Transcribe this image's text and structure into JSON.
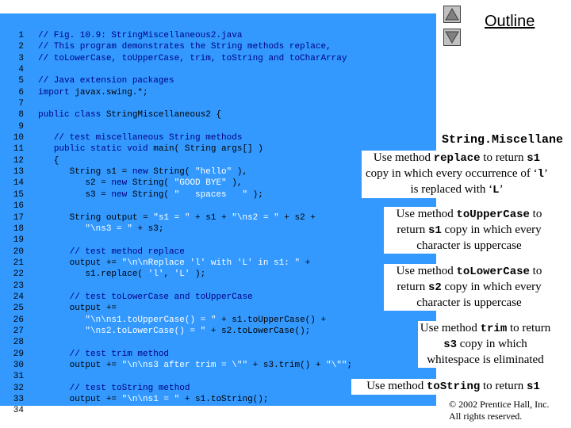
{
  "outline": {
    "title": "Outline"
  },
  "file_label": "String.Miscellane",
  "line_numbers": [
    "1",
    "2",
    "3",
    "4",
    "5",
    "6",
    "7",
    "8",
    "9",
    "10",
    "11",
    "12",
    "13",
    "14",
    "15",
    "16",
    "17",
    "18",
    "19",
    "20",
    "21",
    "22",
    "23",
    "24",
    "25",
    "26",
    "27",
    "28",
    "29",
    "30",
    "31",
    "32",
    "33",
    "34"
  ],
  "code_lines": [
    [
      {
        "c": "// Fig. 10.9: StringMiscellaneous2.java"
      }
    ],
    [
      {
        "c": "// This program demonstrates the String methods replace,"
      }
    ],
    [
      {
        "c": "// toLowerCase, toUpperCase, trim, toString and toCharArray"
      }
    ],
    [],
    [
      {
        "c": "// Java extension packages"
      }
    ],
    [
      {
        "k": "import "
      },
      {
        "t": "javax.swing.*;"
      }
    ],
    [],
    [
      {
        "k": "public class "
      },
      {
        "t": "StringMiscellaneous2 {"
      }
    ],
    [],
    [
      {
        "t": "   "
      },
      {
        "c": "// test miscellaneous String methods"
      }
    ],
    [
      {
        "t": "   "
      },
      {
        "k": "public static void "
      },
      {
        "t": "main( String args[] )"
      }
    ],
    [
      {
        "t": "   {"
      }
    ],
    [
      {
        "t": "      String s1 = "
      },
      {
        "k": "new "
      },
      {
        "t": "String( "
      },
      {
        "s": "\"hello\""
      },
      {
        "t": " ),"
      }
    ],
    [
      {
        "t": "         s2 = "
      },
      {
        "k": "new "
      },
      {
        "t": "String( "
      },
      {
        "s": "\"GOOD BYE\""
      },
      {
        "t": " ),"
      }
    ],
    [
      {
        "t": "         s3 = "
      },
      {
        "k": "new "
      },
      {
        "t": "String( "
      },
      {
        "s": "\"   spaces   \""
      },
      {
        "t": " );"
      }
    ],
    [],
    [
      {
        "t": "      String output = "
      },
      {
        "s": "\"s1 = \""
      },
      {
        "t": " + s1 + "
      },
      {
        "s": "\"\\ns2 = \""
      },
      {
        "t": " + s2 +"
      }
    ],
    [
      {
        "t": "         "
      },
      {
        "s": "\"\\ns3 = \""
      },
      {
        "t": " + s3;"
      }
    ],
    [],
    [
      {
        "t": "      "
      },
      {
        "c": "// test method replace"
      }
    ],
    [
      {
        "t": "      output += "
      },
      {
        "s": "\"\\n\\nReplace 'l' with 'L' in s1: \""
      },
      {
        "t": " +"
      }
    ],
    [
      {
        "t": "         s1.replace( "
      },
      {
        "s": "'l'"
      },
      {
        "t": ", "
      },
      {
        "s": "'L'"
      },
      {
        "t": " );"
      }
    ],
    [],
    [
      {
        "t": "      "
      },
      {
        "c": "// test toLowerCase and toUpperCase"
      }
    ],
    [
      {
        "t": "      output +="
      }
    ],
    [
      {
        "t": "         "
      },
      {
        "s": "\"\\n\\ns1.toUpperCase() = \""
      },
      {
        "t": " + s1.toUpperCase() +"
      }
    ],
    [
      {
        "t": "         "
      },
      {
        "s": "\"\\ns2.toLowerCase() = \""
      },
      {
        "t": " + s2.toLowerCase();"
      }
    ],
    [],
    [
      {
        "t": "      "
      },
      {
        "c": "// test trim method"
      }
    ],
    [
      {
        "t": "      output += "
      },
      {
        "s": "\"\\n\\ns3 after trim = \\\"\""
      },
      {
        "t": " + s3.trim() + "
      },
      {
        "s": "\"\\\"\""
      },
      {
        "t": ";"
      }
    ],
    [],
    [
      {
        "t": "      "
      },
      {
        "c": "// test toString method"
      }
    ],
    [
      {
        "t": "      output += "
      },
      {
        "s": "\"\\n\\ns1 = \""
      },
      {
        "t": " + s1.toString();"
      }
    ],
    []
  ],
  "callouts": {
    "replace": {
      "pre": "Use method ",
      "method": "replace",
      "post": " to return ",
      "var": "s1",
      "rest": " copy in which every occurrence of ",
      "q1": "‘",
      "char1": "l",
      "mid": "’ is replaced with ‘",
      "char2": "L",
      "end": "’"
    },
    "upper": {
      "pre": "Use method ",
      "method": "toUpperCase",
      "post": " to return ",
      "var": "s1",
      "rest": " copy in which every character is uppercase"
    },
    "lower": {
      "pre": "Use method ",
      "method": "toLowerCase",
      "post": " to return ",
      "var": "s2",
      "rest": " copy in which every character is uppercase"
    },
    "trim": {
      "pre": "Use method ",
      "method": "trim",
      "post": " to return ",
      "var": "s3",
      "rest": " copy in which whitespace is eliminated"
    },
    "tostring": {
      "pre": "Use method ",
      "method": "toString",
      "post": " to return ",
      "var": "s1"
    }
  },
  "copyright": {
    "line1": "© 2002 Prentice Hall, Inc.",
    "line2": "All rights reserved."
  }
}
